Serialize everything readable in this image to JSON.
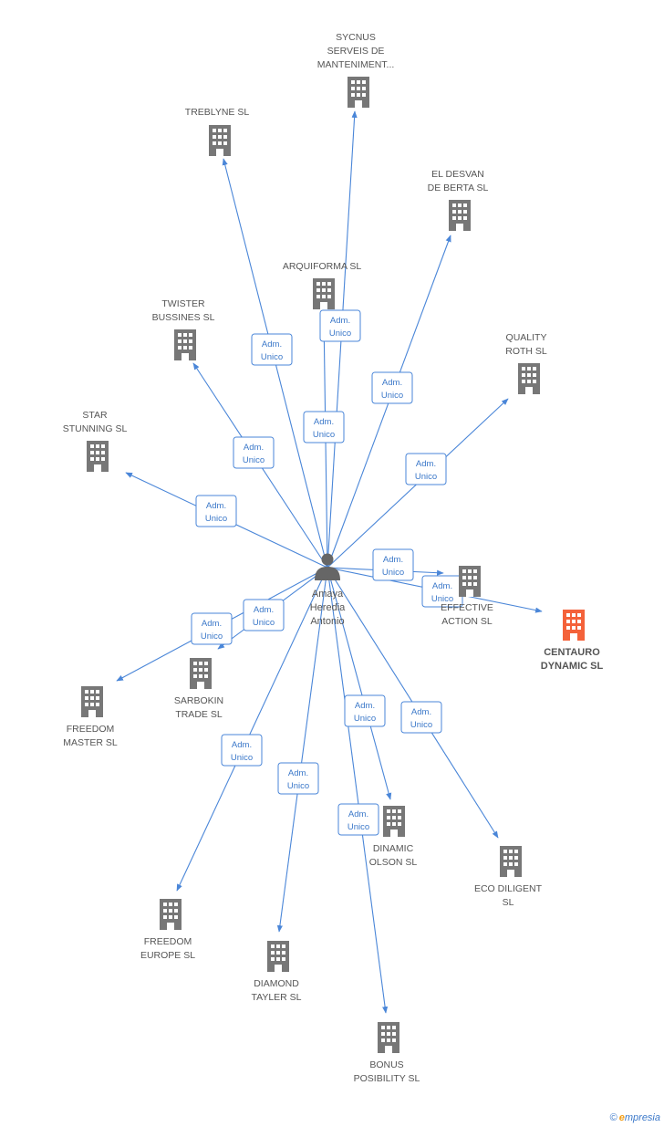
{
  "person": {
    "lines": [
      "Amaya",
      "Heredia",
      "Antonio"
    ]
  },
  "edge_label": [
    "Adm.",
    "Unico"
  ],
  "colors": {
    "edge": "#4a86d8",
    "building": "#777777",
    "highlight": "#f4623a"
  },
  "companies": [
    {
      "id": "sycnus",
      "lines": [
        "SYCNUS",
        "SERVEIS DE",
        "MANTENIMENT..."
      ],
      "highlight": false
    },
    {
      "id": "treblyne",
      "lines": [
        "TREBLYNE  SL"
      ],
      "highlight": false
    },
    {
      "id": "el-desvan",
      "lines": [
        "EL DESVAN",
        "DE BERTA  SL"
      ],
      "highlight": false
    },
    {
      "id": "arquiforma",
      "lines": [
        "ARQUIFORMA SL"
      ],
      "highlight": false
    },
    {
      "id": "twister",
      "lines": [
        "TWISTER",
        "BUSSINES  SL"
      ],
      "highlight": false
    },
    {
      "id": "quality-roth",
      "lines": [
        "QUALITY",
        "ROTH  SL"
      ],
      "highlight": false
    },
    {
      "id": "star-stunning",
      "lines": [
        "STAR",
        "STUNNING  SL"
      ],
      "highlight": false
    },
    {
      "id": "effective-action",
      "lines": [
        "EFFECTIVE",
        "ACTION  SL"
      ],
      "highlight": false
    },
    {
      "id": "centauro",
      "lines": [
        "CENTAURO",
        "DYNAMIC SL"
      ],
      "highlight": true
    },
    {
      "id": "sarbokin",
      "lines": [
        "SARBOKIN",
        "TRADE SL"
      ],
      "highlight": false
    },
    {
      "id": "freedom-master",
      "lines": [
        "FREEDOM",
        "MASTER SL"
      ],
      "highlight": false
    },
    {
      "id": "dinamic-olson",
      "lines": [
        "DINAMIC",
        "OLSON  SL"
      ],
      "highlight": false
    },
    {
      "id": "eco-diligent",
      "lines": [
        "ECO DILIGENT",
        "SL"
      ],
      "highlight": false
    },
    {
      "id": "freedom-europe",
      "lines": [
        "FREEDOM",
        "EUROPE  SL"
      ],
      "highlight": false
    },
    {
      "id": "diamond-tayler",
      "lines": [
        "DIAMOND",
        "TAYLER  SL"
      ],
      "highlight": false
    },
    {
      "id": "bonus-posibility",
      "lines": [
        "BONUS",
        "POSIBILITY  SL"
      ],
      "highlight": false
    }
  ],
  "footer": {
    "copyright": "©",
    "brand_first": "e",
    "brand_rest": "mpresia"
  }
}
